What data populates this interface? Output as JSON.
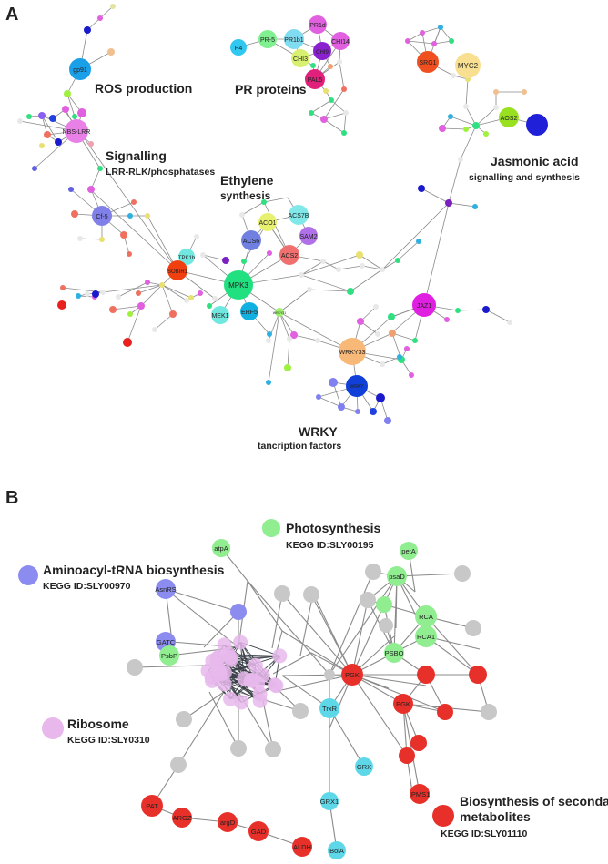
{
  "panel_a": {
    "letter": "A",
    "labels": {
      "ros": "ROS production",
      "pr": "PR proteins",
      "signalling": "Signalling",
      "signalling_sub": "LRR-RLK/phosphatases",
      "ethylene": "Ethylene",
      "ethylene_sub": "synthesis",
      "jasmonic": "Jasmonic acid",
      "jasmonic_sub": "signalling and synthesis",
      "wrky": "WRKY",
      "wrky_sub": "tancription factors"
    },
    "nodes": {
      "gp91": "gp91",
      "nbs": "NBS-LRR",
      "cf5": "Cf-5",
      "p4": "P4",
      "pr5": "PR-5",
      "pr1b1": "PR1b1",
      "pr1d": "PR1d",
      "chi14": "CHI14",
      "chi3": "CHI3",
      "chi9": "CHI9",
      "pal5": "PAL5",
      "srg1": "SRG1",
      "myc2": "MYC2",
      "aos2": "AOS2",
      "tpk1b": "TPK1b",
      "sobir1": "SOBIR1",
      "mpk3": "MPK3",
      "mek1": "MEK1",
      "erf5": "ERF5",
      "acs6": "ACS6",
      "aco1": "ACO1",
      "acs7b": "ACS7B",
      "sam2": "SAM2",
      "acs2": "ACS2",
      "jaz1": "JAZ1",
      "wrky33": "WRKY33",
      "wrky31": "WRKY31",
      "wrky_blue": "WRKY"
    }
  },
  "panel_b": {
    "letter": "B",
    "legend": {
      "photosynthesis": "Photosynthesis",
      "photosynthesis_id": "KEGG ID:SLY00195",
      "aminoacyl": "Aminoacyl-tRNA biosynthesis",
      "aminoacyl_id": "KEGG ID:SLY00970",
      "ribosome": "Ribosome",
      "ribosome_id": "KEGG ID:SLY0310",
      "secondary_1": "Biosynthesis of secondary",
      "secondary_2": "metabolites",
      "secondary_id": "KEGG ID:SLY01110"
    },
    "nodes": {
      "atpa": "atpA",
      "peta": "petA",
      "asnrs": "AsnRS",
      "gatc": "GATC",
      "psbp": "PsbP",
      "psad": "psaD",
      "psbo": "PSBO",
      "rca": "RCA",
      "rca1": "RCA1",
      "pgk1": "PGK",
      "pgk2": "PGK",
      "trxr": "TrxR",
      "grx": "GRX",
      "grx1": "GRX1",
      "bola": "BolA",
      "ipms1": "IPMS1",
      "pat": "PAT",
      "argz": "ARGZ",
      "argd": "argD",
      "gad": "GAD",
      "aldh": "ALDH"
    }
  },
  "colors": {
    "photosynthesis": "#90EE90",
    "aminoacyl": "#8C8CF0",
    "ribosome": "#E8B8EC",
    "secondary": "#E8302A",
    "unannotated": "#C8C8C8",
    "trx": "#5ED8E8"
  }
}
